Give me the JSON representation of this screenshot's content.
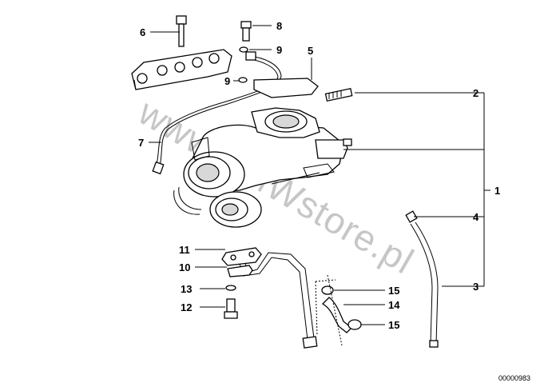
{
  "callouts": [
    {
      "id": "c1",
      "label": "1"
    },
    {
      "id": "c2",
      "label": "2"
    },
    {
      "id": "c3",
      "label": "3"
    },
    {
      "id": "c4",
      "label": "4"
    },
    {
      "id": "c5",
      "label": "5"
    },
    {
      "id": "c6",
      "label": "6"
    },
    {
      "id": "c7",
      "label": "7"
    },
    {
      "id": "c8",
      "label": "8"
    },
    {
      "id": "c9a",
      "label": "9"
    },
    {
      "id": "c9b",
      "label": "9"
    },
    {
      "id": "c10",
      "label": "10"
    },
    {
      "id": "c11",
      "label": "11"
    },
    {
      "id": "c12",
      "label": "12"
    },
    {
      "id": "c13",
      "label": "13"
    },
    {
      "id": "c14",
      "label": "14"
    },
    {
      "id": "c15a",
      "label": "15"
    },
    {
      "id": "c15b",
      "label": "15"
    }
  ],
  "document_id": "00000983",
  "watermark": "www.BMWstore.pl"
}
